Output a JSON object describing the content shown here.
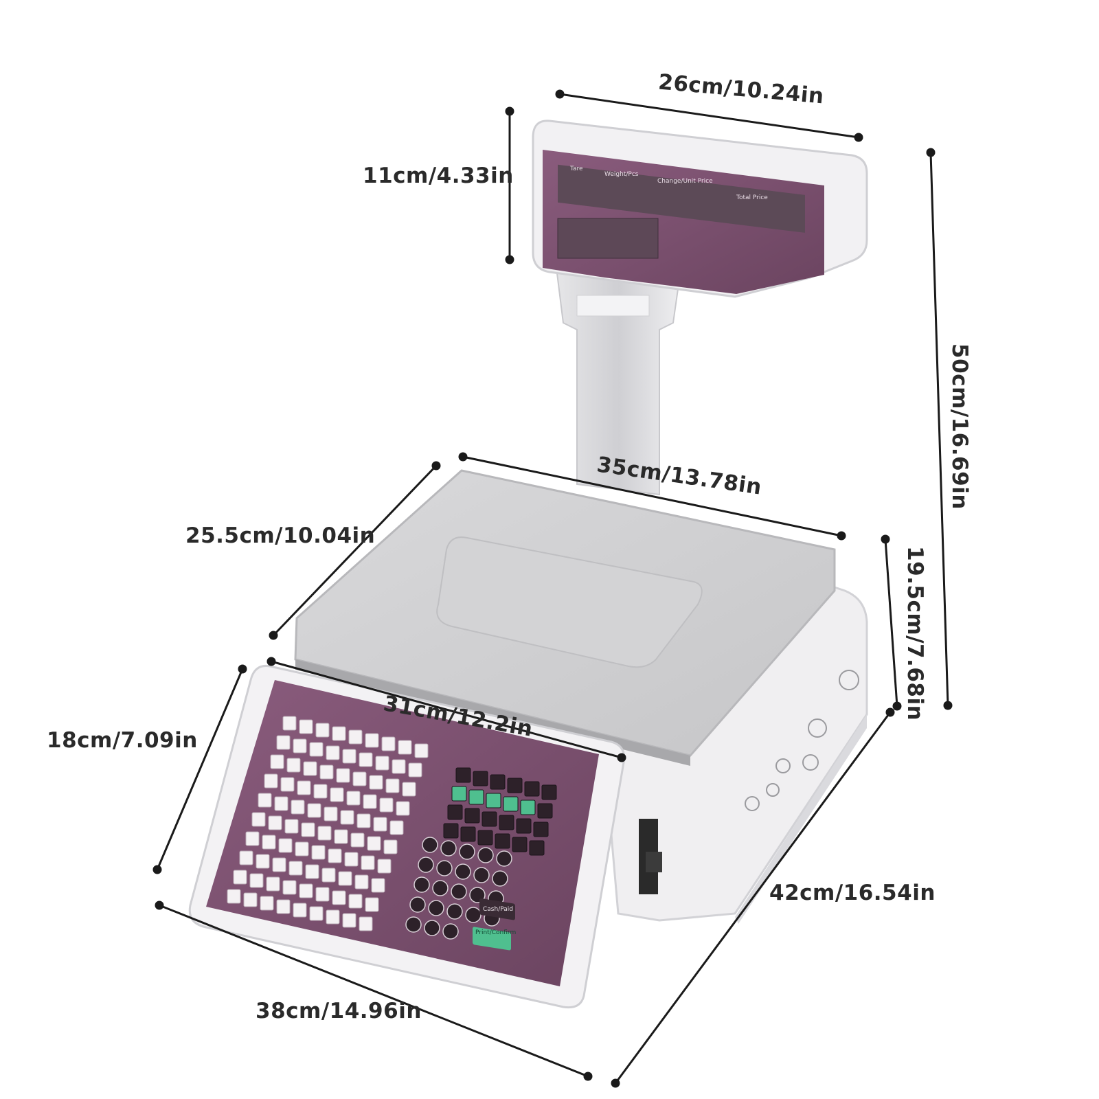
{
  "dimensions": {
    "display_width": "26cm/10.24in",
    "display_height": "11cm/4.33in",
    "total_height": "50cm/16.69in",
    "platter_width": "35cm/13.78in",
    "platter_depth": "25.5cm/10.04in",
    "body_height": "19.5cm/7.68in",
    "keyboard_width": "31cm/12.2in",
    "keyboard_depth": "18cm/7.09in",
    "base_width": "38cm/14.96in",
    "base_depth": "42cm/16.54in"
  },
  "display_panel": {
    "labels": [
      "Tare",
      "Weight/Pcs",
      "Change/Unit Price",
      "Total Price"
    ]
  },
  "keypad": {
    "cash_key": "Cash/Paid",
    "print_key": "Print/Confirm"
  },
  "colors": {
    "purple_panel": "#7a4e6d",
    "body_white": "#f1f0f2",
    "steel": "#cfcfd1",
    "green_key": "#4fbf8f",
    "dimension_line": "#1a1a1a"
  }
}
